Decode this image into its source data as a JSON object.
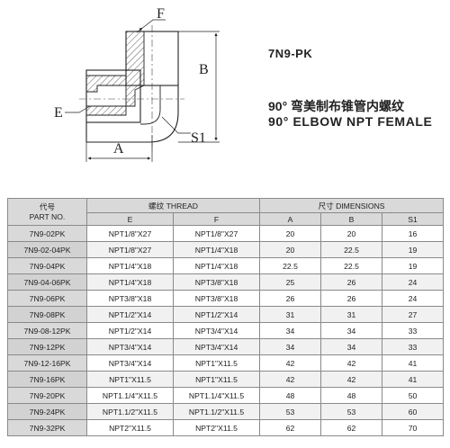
{
  "drawing": {
    "labels": {
      "F": "F",
      "B": "B",
      "E": "E",
      "A": "A",
      "S1": "S1"
    }
  },
  "part_code": "7N9-PK",
  "title_cn": "90° 弯美制布锥管内螺纹",
  "title_en": "90° ELBOW NPT FEMALE",
  "table": {
    "part_no_cn": "代号",
    "part_no_en": "PART NO.",
    "thread_header": "螺纹 THREAD",
    "dimensions_header": "尺寸   DIMENSIONS",
    "columns": [
      "E",
      "F",
      "A",
      "B",
      "S1"
    ],
    "rows": [
      {
        "part": "7N9-02PK",
        "e": "NPT1/8\"X27",
        "f": "NPT1/8\"X27",
        "a": "20",
        "b": "20",
        "s1": "16"
      },
      {
        "part": "7N9-02-04PK",
        "e": "NPT1/8\"X27",
        "f": "NPT1/4\"X18",
        "a": "20",
        "b": "22.5",
        "s1": "19"
      },
      {
        "part": "7N9-04PK",
        "e": "NPT1/4\"X18",
        "f": "NPT1/4\"X18",
        "a": "22.5",
        "b": "22.5",
        "s1": "19"
      },
      {
        "part": "7N9-04-06PK",
        "e": "NPT1/4\"X18",
        "f": "NPT3/8\"X18",
        "a": "25",
        "b": "26",
        "s1": "24"
      },
      {
        "part": "7N9-06PK",
        "e": "NPT3/8\"X18",
        "f": "NPT3/8\"X18",
        "a": "26",
        "b": "26",
        "s1": "24"
      },
      {
        "part": "7N9-08PK",
        "e": "NPT1/2\"X14",
        "f": "NPT1/2\"X14",
        "a": "31",
        "b": "31",
        "s1": "27"
      },
      {
        "part": "7N9-08-12PK",
        "e": "NPT1/2\"X14",
        "f": "NPT3/4\"X14",
        "a": "34",
        "b": "34",
        "s1": "33"
      },
      {
        "part": "7N9-12PK",
        "e": "NPT3/4\"X14",
        "f": "NPT3/4\"X14",
        "a": "34",
        "b": "34",
        "s1": "33"
      },
      {
        "part": "7N9-12-16PK",
        "e": "NPT3/4\"X14",
        "f": "NPT1\"X11.5",
        "a": "42",
        "b": "42",
        "s1": "41"
      },
      {
        "part": "7N9-16PK",
        "e": "NPT1\"X11.5",
        "f": "NPT1\"X11.5",
        "a": "42",
        "b": "42",
        "s1": "41"
      },
      {
        "part": "7N9-20PK",
        "e": "NPT1.1/4\"X11.5",
        "f": "NPT1.1/4\"X11.5",
        "a": "48",
        "b": "48",
        "s1": "50"
      },
      {
        "part": "7N9-24PK",
        "e": "NPT1.1/2\"X11.5",
        "f": "NPT1.1/2\"X11.5",
        "a": "53",
        "b": "53",
        "s1": "60"
      },
      {
        "part": "7N9-32PK",
        "e": "NPT2\"X11.5",
        "f": "NPT2\"X11.5",
        "a": "62",
        "b": "62",
        "s1": "70"
      }
    ]
  }
}
